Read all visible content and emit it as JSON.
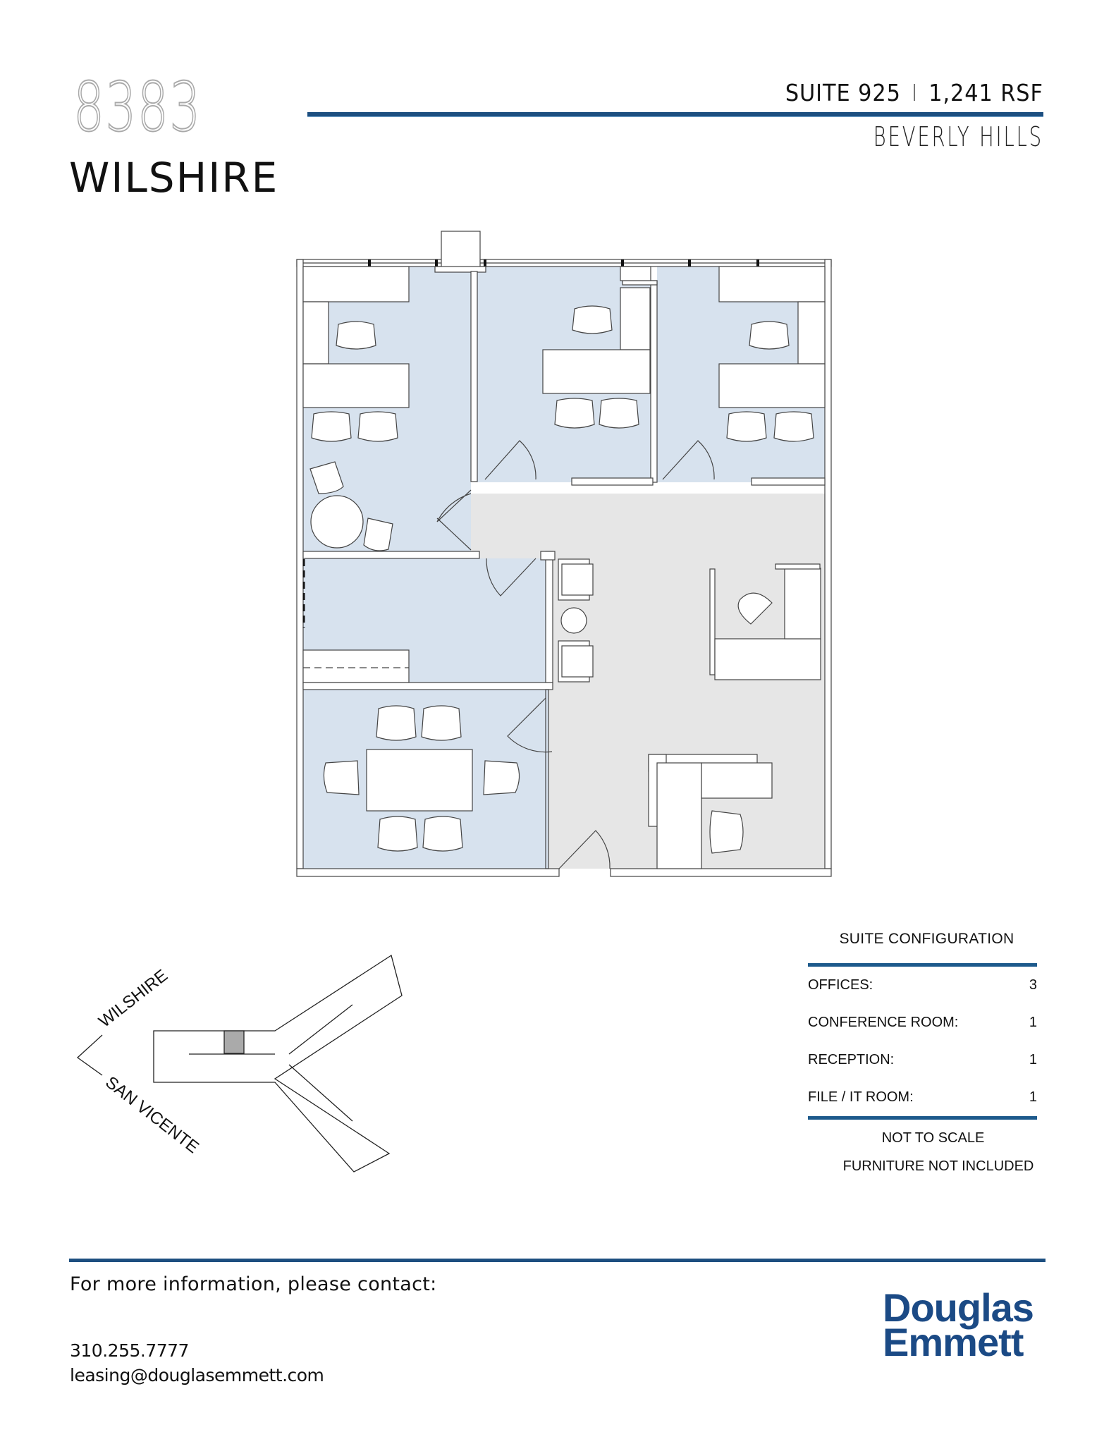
{
  "header": {
    "building_number": "8383",
    "building_name": "WILSHIRE",
    "suite": "SUITE 925",
    "separator": "I",
    "area": "1,241 RSF",
    "city": "BEVERLY HILLS"
  },
  "floorplan": {
    "label": "Suite 925 floor plan",
    "colors": {
      "office_fill": "#d7e2ee",
      "common_fill": "#e6e6e6",
      "wall": "#ffffff",
      "line": "#444444"
    },
    "rooms": [
      {
        "name": "office-1",
        "type": "office"
      },
      {
        "name": "office-2",
        "type": "office"
      },
      {
        "name": "office-3",
        "type": "office"
      },
      {
        "name": "file-it-room",
        "type": "file/it"
      },
      {
        "name": "conference-room",
        "type": "conference"
      },
      {
        "name": "reception",
        "type": "reception"
      }
    ]
  },
  "keymap": {
    "street_1": "WILSHIRE",
    "street_2": "SAN VICENTE"
  },
  "config": {
    "title": "SUITE CONFIGURATION",
    "rows": [
      {
        "label": "OFFICES:",
        "value": "3"
      },
      {
        "label": "CONFERENCE ROOM:",
        "value": "1"
      },
      {
        "label": "RECEPTION:",
        "value": "1"
      },
      {
        "label": "FILE / IT ROOM:",
        "value": "1"
      }
    ],
    "note_1": "NOT TO SCALE",
    "note_2": "FURNITURE NOT INCLUDED"
  },
  "footer": {
    "contact_heading": "For more information, please contact:",
    "phone": "310.255.7777",
    "email": "leasing@douglasemmett.com",
    "logo_line_1": "Douglas",
    "logo_line_2": "Emmett",
    "brand_color": "#1b4a85",
    "rule_color": "#1d4f80"
  }
}
